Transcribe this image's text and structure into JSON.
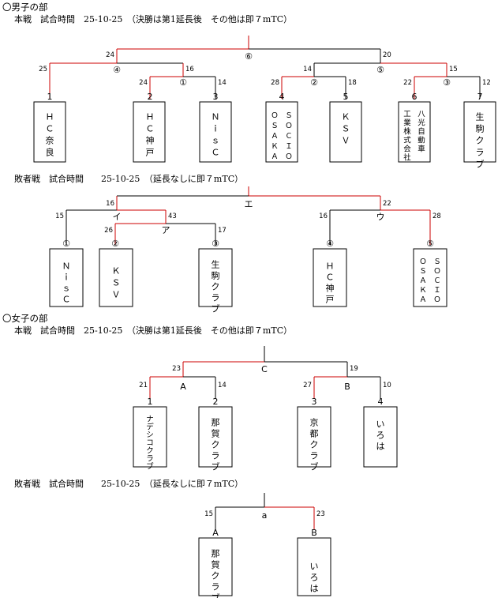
{
  "men": {
    "title": "〇男子の部",
    "main": {
      "header": "本戦　試合時間　25-10-25　（決勝は第1延長後　その他は即７mTC）",
      "games": [
        "⑥",
        "④",
        "①",
        "②",
        "⑤",
        "③"
      ],
      "scores": [
        "24",
        "20",
        "25",
        "16",
        "24",
        "14",
        "14",
        "18",
        "28",
        "15",
        "22",
        "12"
      ],
      "teams": [
        {
          "num": "1",
          "name": "ＨＣ奈良"
        },
        {
          "num": "2",
          "name": "ＨＣ神戸"
        },
        {
          "num": "3",
          "name": "ＮｉｓＣ"
        },
        {
          "num": "4",
          "col1": "ＯＳＡＫＡ",
          "col2": "ＳＯＣＩＯ"
        },
        {
          "num": "5",
          "name": "ＫＳＶ"
        },
        {
          "num": "6",
          "col1": "工業株式会社",
          "col2": "八光自動車"
        },
        {
          "num": "7",
          "name": "生駒クラブ"
        }
      ]
    },
    "consolation": {
      "header": "敗者戦　試合時間　　25-10-25　（延長なしに即７mTC）",
      "games": [
        "エ",
        "イ",
        "ア",
        "ウ"
      ],
      "scores": [
        "16",
        "22",
        "15",
        "43",
        "26",
        "17",
        "16",
        "28"
      ],
      "teams": [
        {
          "num": "①",
          "name": "ＮｉｓＣ"
        },
        {
          "num": "②",
          "name": "ＫＳＶ"
        },
        {
          "num": "③",
          "name": "生駒クラブ"
        },
        {
          "num": "④",
          "name": "ＨＣ神戸"
        },
        {
          "num": "⑤",
          "col1": "ＯＳＡＫＡ",
          "col2": "ＳＯＣＩＯ"
        }
      ]
    }
  },
  "women": {
    "title": "〇女子の部",
    "main": {
      "header": "本戦　試合時間　25-10-25　（決勝は第1延長後　その他は即７mTC）",
      "games": [
        "C",
        "A",
        "B"
      ],
      "scores": [
        "23",
        "19",
        "21",
        "14",
        "27",
        "10"
      ],
      "teams": [
        {
          "num": "1",
          "name": "ナデシコクラブ"
        },
        {
          "num": "2",
          "name": "那賀クラブ"
        },
        {
          "num": "3",
          "name": "京都クラブ"
        },
        {
          "num": "4",
          "name": "いろは"
        }
      ]
    },
    "consolation": {
      "header": "敗者戦　試合時間　　25-10-25　（延長なしに即７mTC）",
      "games": [
        "a"
      ],
      "scores": [
        "15",
        "23"
      ],
      "teams": [
        {
          "num": "A",
          "name": "那賀クラブ"
        },
        {
          "num": "B",
          "name": "いろは"
        }
      ]
    }
  },
  "colors": {
    "winner_line": "#cc0000",
    "line": "#000000"
  }
}
